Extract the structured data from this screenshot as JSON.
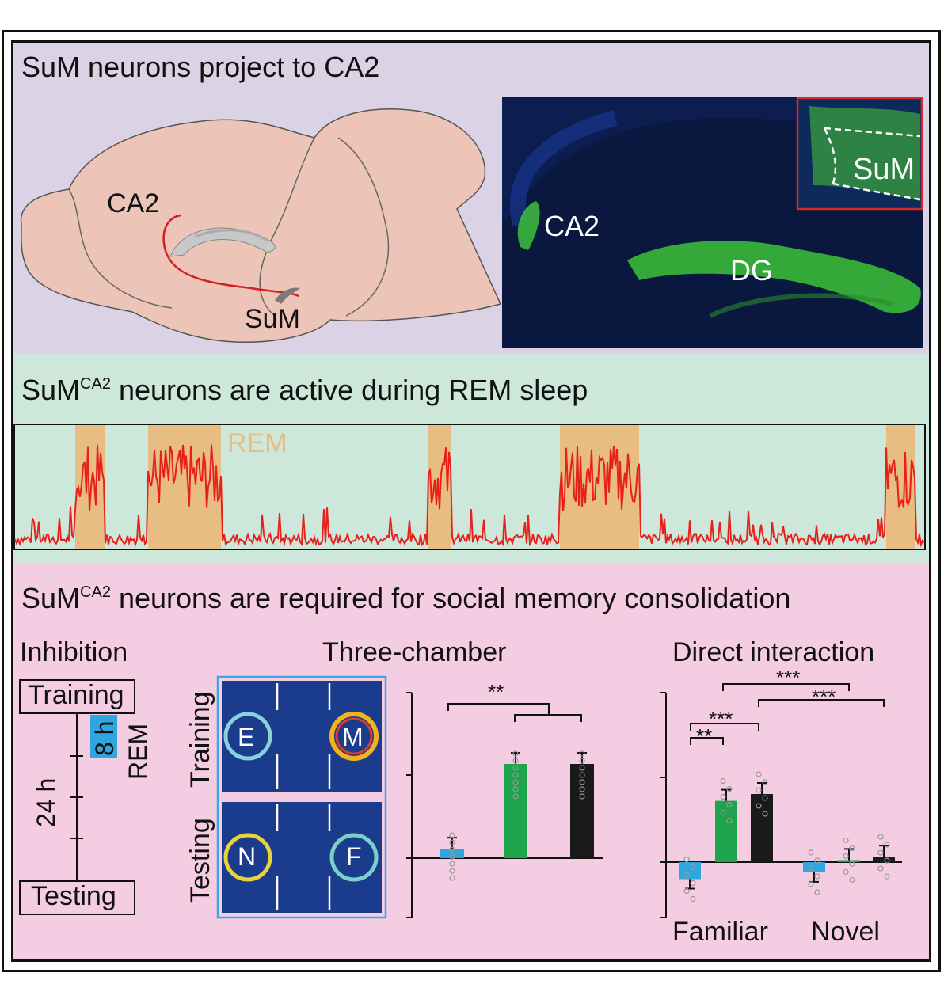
{
  "panel_a": {
    "title": "SuM neurons project to CA2",
    "schematic_labels": {
      "ca2": "CA2",
      "sum": "SuM"
    },
    "micrograph_labels": {
      "ca2": "CA2",
      "dg": "DG",
      "inset_sum": "SuM"
    }
  },
  "panel_b": {
    "title_prefix": "SuM",
    "title_sup": "CA2",
    "title_suffix": " neurons are active during REM sleep",
    "rem_label": "REM",
    "colors": {
      "rem": "#e7bd84",
      "trace": "#e8201c"
    }
  },
  "panel_c": {
    "title_prefix": "SuM",
    "title_sup": "CA2",
    "title_suffix": " neurons are required for social memory consolidation",
    "inhibition": {
      "heading": "Inhibition",
      "training": "Training",
      "testing": "Testing",
      "inhib_dur": "8 h",
      "rem": "REM",
      "interval": "24 h"
    },
    "three_chamber": {
      "heading": "Three-chamber",
      "row_labels": [
        "Training",
        "Testing"
      ],
      "chamber_labels": [
        "E",
        "M",
        "N",
        "F"
      ],
      "significance": "**"
    },
    "direct_interaction": {
      "heading": "Direct interaction",
      "groups": [
        "Familiar",
        "Novel"
      ],
      "significance": [
        "**",
        "***",
        "***",
        "***"
      ]
    },
    "colors": {
      "blue": "#30a6df",
      "green": "#1ea44d",
      "black": "#1a1a1a",
      "box_border": "#3aa7e6"
    }
  },
  "chart_data": [
    {
      "type": "bar",
      "title": "Three-chamber",
      "categories": [
        "",
        "",
        ""
      ],
      "values": [
        0.1,
        1.0,
        1.0
      ],
      "colors": [
        "#30a6df",
        "#1ea44d",
        "#1a1a1a"
      ]
    },
    {
      "type": "bar",
      "title": "Direct interaction",
      "categories": [
        "Familiar",
        "Novel"
      ],
      "series": [
        {
          "values": [
            -0.25,
            -0.15
          ]
        },
        {
          "values": [
            0.9,
            0.03
          ]
        },
        {
          "values": [
            1.0,
            0.08
          ]
        }
      ],
      "colors": [
        "#30a6df",
        "#1ea44d",
        "#1a1a1a"
      ]
    }
  ]
}
